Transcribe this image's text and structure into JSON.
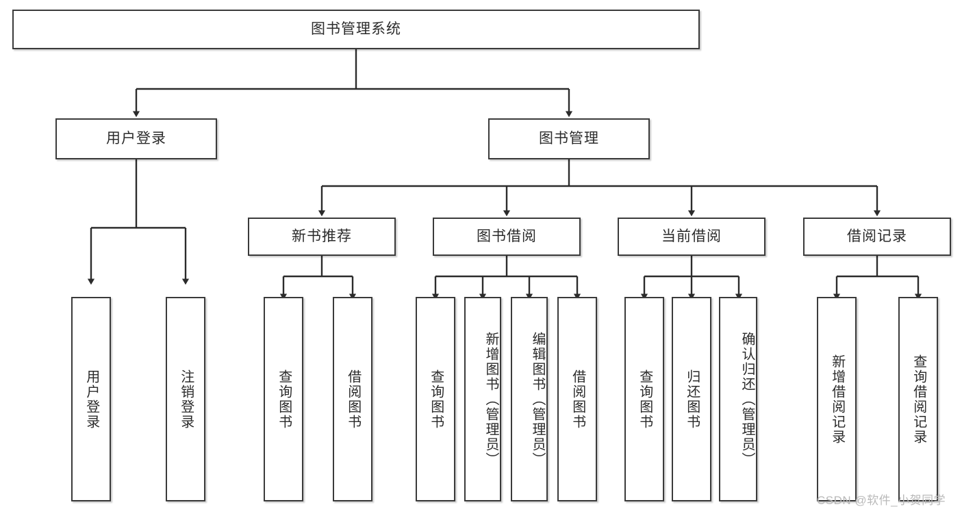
{
  "diagram": {
    "title": "图书管理系统",
    "type": "hierarchy-tree",
    "watermark": "CSDN @软件_小贺同学",
    "colors": {
      "border": "#3a3a3a",
      "fill": "#ffffff",
      "text": "#2b2b2b",
      "connector": "#2b2b2b",
      "watermark": "#b9b9b9"
    },
    "root": {
      "label": "图书管理系统"
    },
    "level1": [
      {
        "label": "用户登录"
      },
      {
        "label": "图书管理"
      }
    ],
    "level2": [
      {
        "label": "新书推荐"
      },
      {
        "label": "图书借阅"
      },
      {
        "label": "当前借阅"
      },
      {
        "label": "借阅记录"
      }
    ],
    "leaves": {
      "user_login": [
        {
          "label": "用户登录"
        },
        {
          "label": "注销登录"
        }
      ],
      "new_book_recommend": [
        {
          "label": "查询图书"
        },
        {
          "label": "借阅图书"
        }
      ],
      "book_borrow": [
        {
          "label": "查询图书"
        },
        {
          "label": "新增图书（管理员）"
        },
        {
          "label": "编辑图书（管理员）"
        },
        {
          "label": "借阅图书"
        }
      ],
      "current_borrow": [
        {
          "label": "查询图书"
        },
        {
          "label": "归还图书"
        },
        {
          "label": "确认归还（管理员）"
        }
      ],
      "borrow_record": [
        {
          "label": "新增借阅记录"
        },
        {
          "label": "查询借阅记录"
        }
      ]
    }
  }
}
